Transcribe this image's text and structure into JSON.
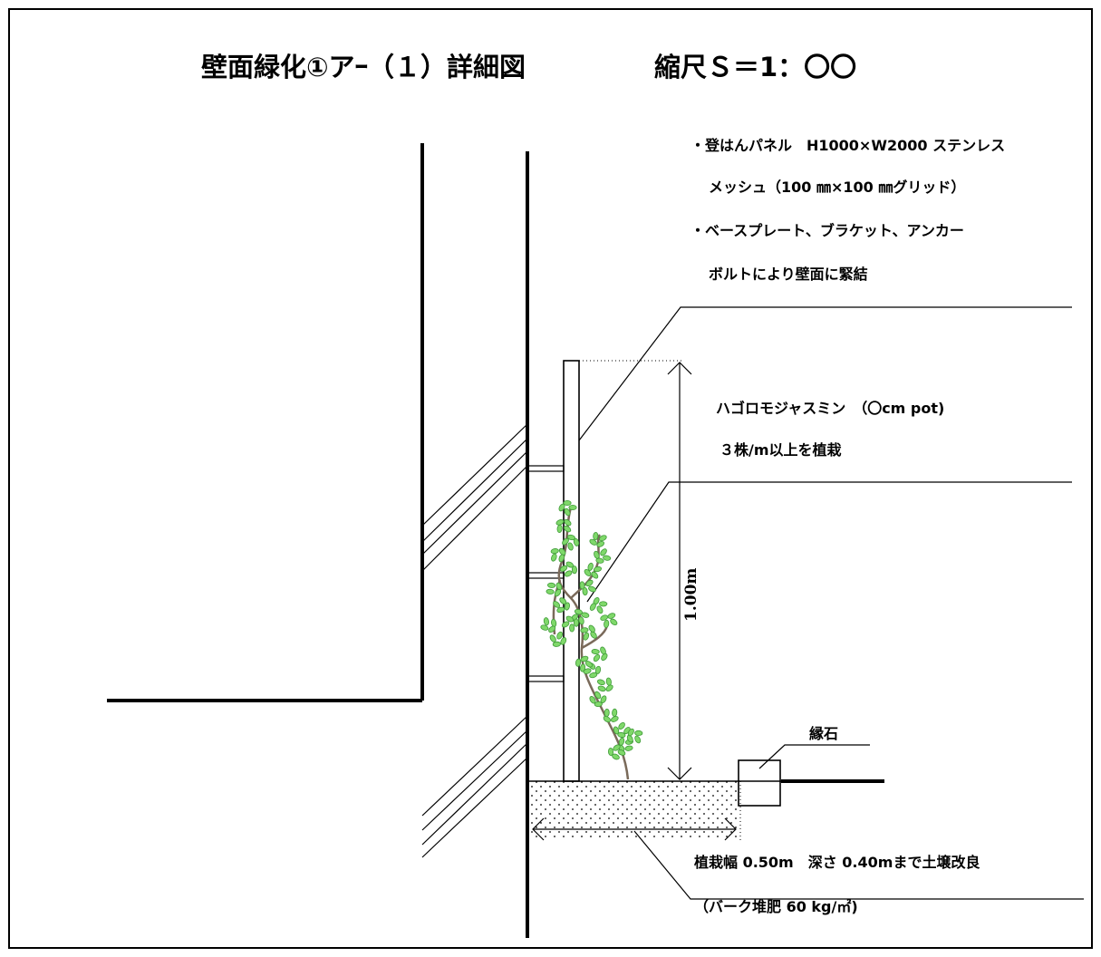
{
  "title": {
    "main": "壁面緑化①アｰ（１）詳細図",
    "scale": "縮尺Ｓ＝1：〇〇"
  },
  "notes": {
    "panel_line1": "・登はんパネル　H1000×W2000 ステンレス",
    "panel_line2": "メッシュ（100 ㎜×100 ㎜グリッド）",
    "fix_line1": "・ベースプレート、ブラケット、アンカー",
    "fix_line2": "ボルトにより壁面に緊結",
    "plant_line1": "ハゴロモジャスミン　（〇cm pot)",
    "plant_line2": "３株/m以上を植栽",
    "curb_label": "縁石",
    "soil_line1": "植栽幅 0.50m　深さ 0.40mまで土壌改良",
    "soil_line2": "（バーク堆肥 60 kg/㎡)"
  },
  "dimensions": {
    "panel_height_label": "1.00m",
    "panel_height_m": 1.0,
    "planting_width_m": 0.5,
    "soil_depth_m": 0.4
  },
  "colors": {
    "line": "#000000",
    "leaf_fill": "#7fd86a",
    "leaf_stroke": "#3f9a38",
    "stem": "#7a6a5a"
  }
}
